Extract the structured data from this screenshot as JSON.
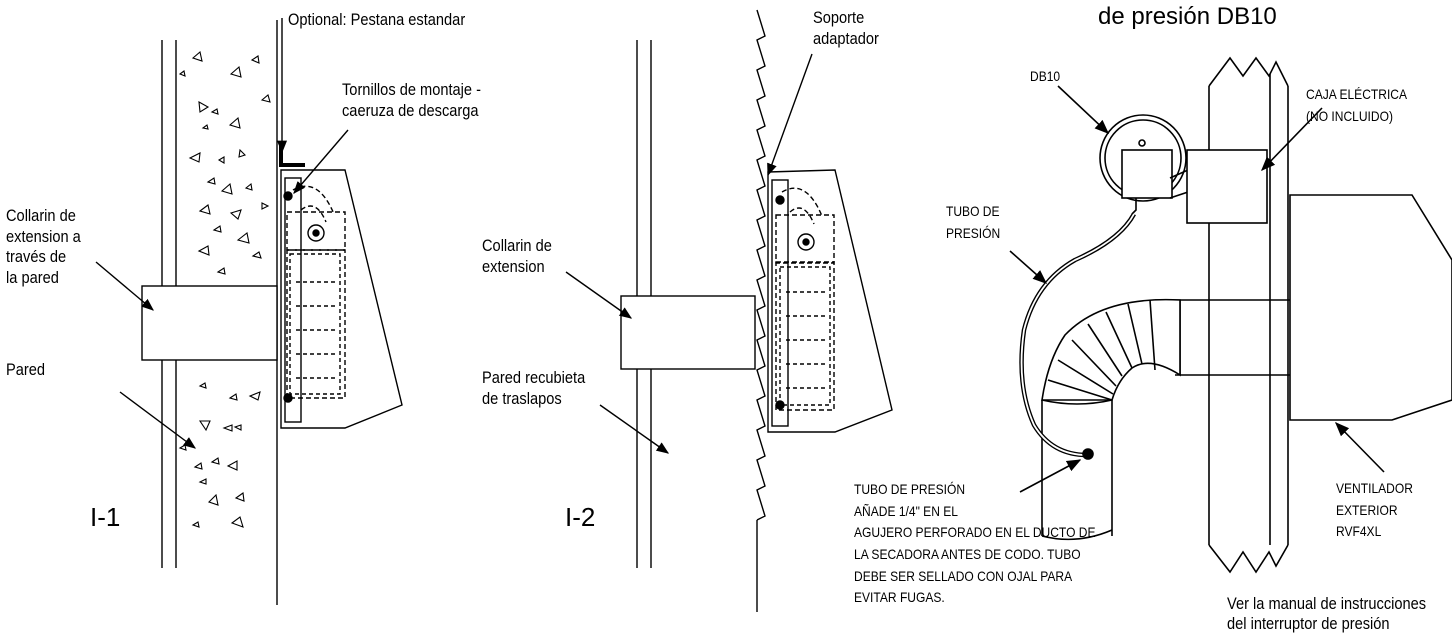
{
  "left": {
    "optional": "Optional: Pestana estandar",
    "tornillos": "Tornillos de montaje -\ncaeruza de descarga",
    "collarin_pared": "Collarin de\nextension a\ntravés de\nla pared",
    "pared": "Pared",
    "figure": "I-1"
  },
  "middle": {
    "soporte": "Soporte\nadaptador",
    "collarin": "Collarin de\nextension",
    "pared_recubierta": "Pared recubieta\nde traslapos",
    "figure": "I-2"
  },
  "right": {
    "title": "de presión DB10",
    "db10": "DB10",
    "caja": "CAJA ELÉCTRICA\n(NO INCLUIDO)",
    "tubo_presion": "TUBO DE\nPRESIÓN",
    "tubo_nota": "TUBO DE PRESIÓN\nAÑADE 1/4\" EN EL\nAGUJERO PERFORADO EN EL DUCTO DE\nLA SECADORA ANTES DE CODO. TUBO\nDEBE SER SELLADO CON OJAL PARA\nEVITAR FUGAS.",
    "ventilador": "VENTILADOR\nEXTERIOR RVF4XL",
    "manual": "Ver la manual de instrucciones\ndel interruptor de presión"
  }
}
